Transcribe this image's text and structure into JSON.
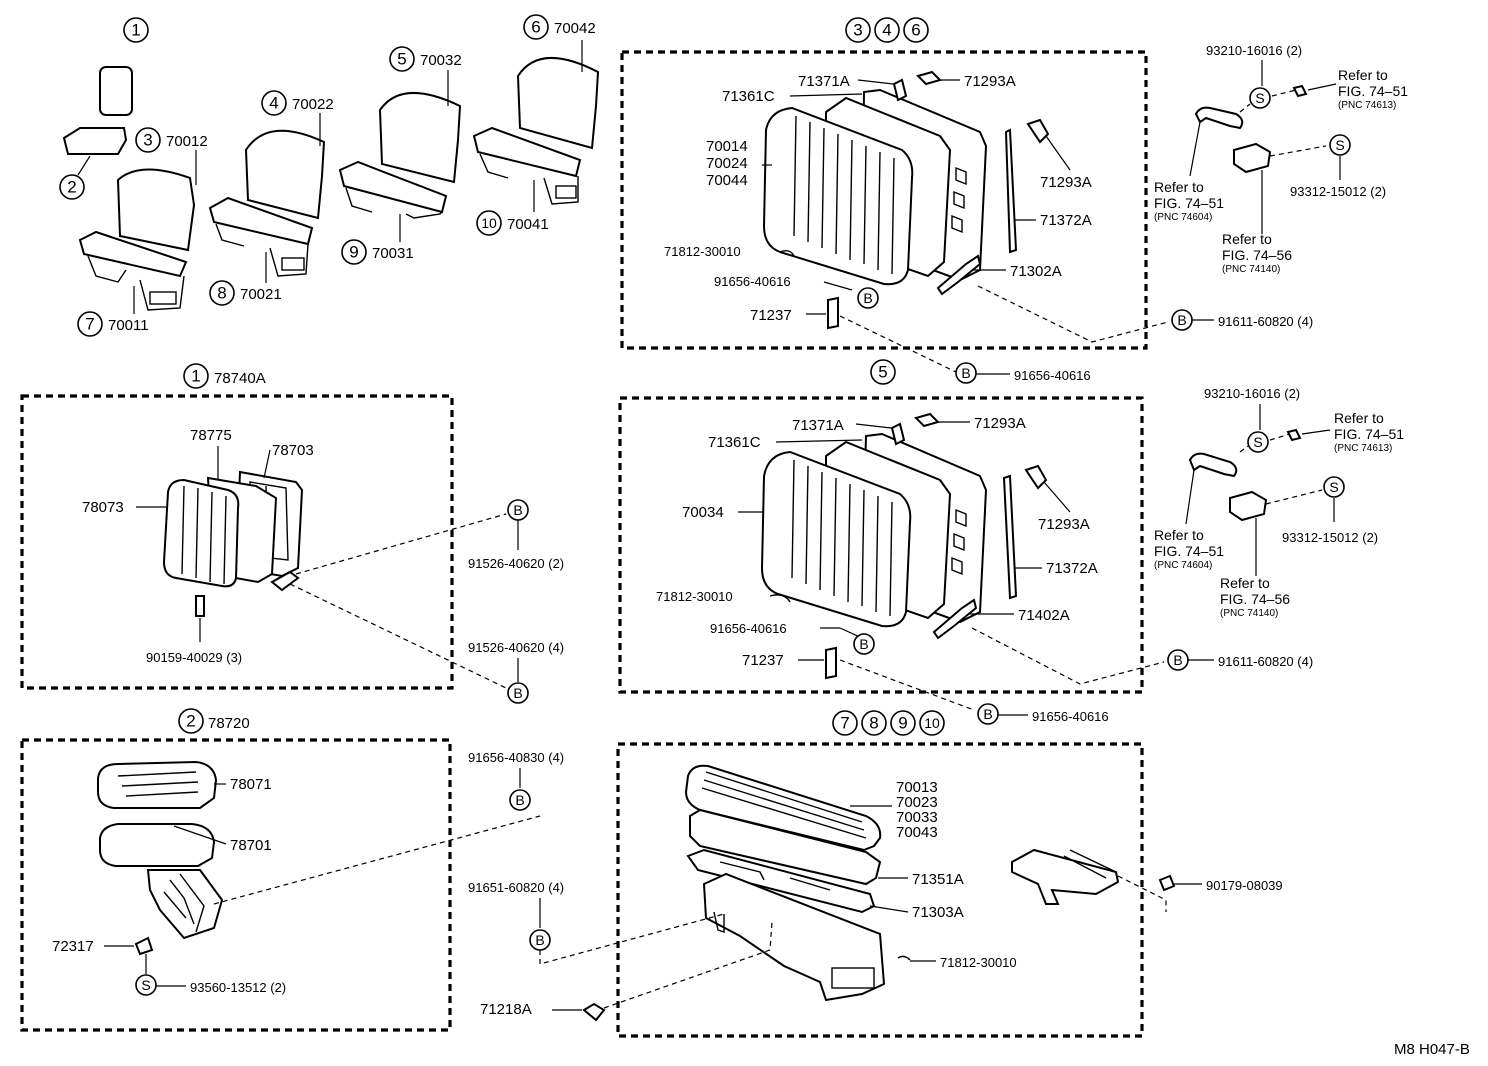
{
  "drawing_code": "M8 H047-B",
  "callouts": {
    "c1": "1",
    "c2": "2",
    "c3": "3",
    "c4": "4",
    "c5": "5",
    "c6": "6",
    "c7": "7",
    "c8": "8",
    "c9": "9",
    "c10": "10",
    "fastener_b": "B",
    "fastener_s": "S"
  },
  "overview": {
    "p70012": "70012",
    "p70022": "70022",
    "p70032": "70032",
    "p70042": "70042",
    "p70011": "70011",
    "p70021": "70021",
    "p70031": "70031",
    "p70041": "70041"
  },
  "group_346": {
    "p71371A": "71371A",
    "p71293A_top": "71293A",
    "p71361C": "71361C",
    "p70014": "70014",
    "p70024": "70024",
    "p70044": "70044",
    "p71293A_side": "71293A",
    "p71372A": "71372A",
    "p71812": "71812-30010",
    "p91656_in": "91656-40616",
    "p71302A": "71302A",
    "p71237": "71237",
    "p91611": "91611-60820 (4)",
    "p91656_out": "91656-40616",
    "p93210": "93210-16016 (2)",
    "refer_to": "Refer to",
    "fig_7451": "FIG. 74–51",
    "pnc_74613": "(PNC 74613)",
    "pnc_74604": "(PNC 74604)",
    "p93312": "93312-15012 (2)",
    "fig_7456": "FIG. 74–56",
    "pnc_74140": "(PNC 74140)"
  },
  "group_5": {
    "p71371A": "71371A",
    "p71293A_top": "71293A",
    "p71361C": "71361C",
    "p70034": "70034",
    "p71293A_side": "71293A",
    "p71372A": "71372A",
    "p71812": "71812-30010",
    "p91656_in": "91656-40616",
    "p71402A": "71402A",
    "p71237": "71237",
    "p91611": "91611-60820 (4)",
    "p91656_out": "91656-40616",
    "p93210": "93210-16016 (2)",
    "refer_to": "Refer to",
    "fig_7451": "FIG. 74–51",
    "pnc_74613": "(PNC 74613)",
    "pnc_74604": "(PNC 74604)",
    "p93312": "93312-15012 (2)",
    "fig_7456": "FIG. 74–56",
    "pnc_74140": "(PNC 74140)"
  },
  "group_1": {
    "assy": "78740A",
    "p78775": "78775",
    "p78703": "78703",
    "p78073": "78073",
    "p91526_2": "91526-40620 (2)",
    "p91526_4": "91526-40620 (4)",
    "p90159": "90159-40029 (3)"
  },
  "group_2": {
    "assy": "78720",
    "p78071": "78071",
    "p78701": "78701",
    "p72317": "72317",
    "p93560": "93560-13512 (2)",
    "p91656": "91656-40830 (4)"
  },
  "group_78910": {
    "p70013": "70013",
    "p70023": "70023",
    "p70033": "70033",
    "p70043": "70043",
    "p71351A": "71351A",
    "p71303A": "71303A",
    "p71812": "71812-30010",
    "p91651": "91651-60820 (4)",
    "p71218A": "71218A",
    "p90179": "90179-08039"
  }
}
